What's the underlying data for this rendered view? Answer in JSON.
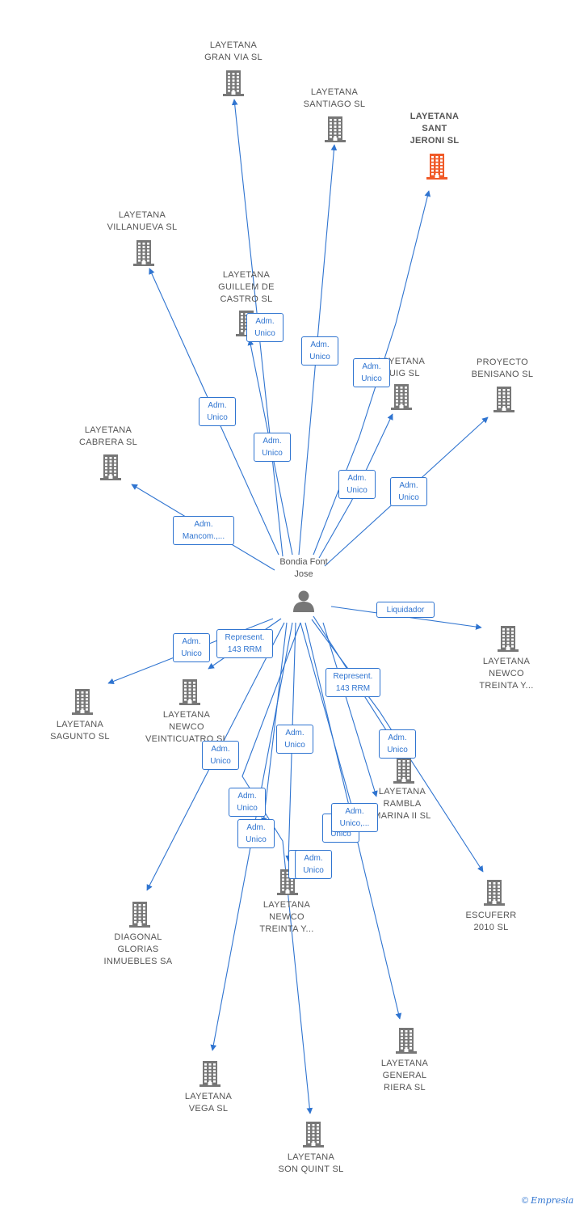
{
  "colors": {
    "edge": "#2f74d0",
    "node": "#777777",
    "highlight": "#f05a28",
    "label": "#555555"
  },
  "center": {
    "label": "Bondia Font\nJose",
    "icon": "person-icon"
  },
  "companies": [
    {
      "id": "gran-via",
      "label": "LAYETANA\nGRAN VIA SL"
    },
    {
      "id": "santiago",
      "label": "LAYETANA\nSANTIAGO SL"
    },
    {
      "id": "sant-jeroni",
      "label": "LAYETANA\nSANT\nJERONI SL",
      "highlight": true
    },
    {
      "id": "villanueva",
      "label": "LAYETANA\nVILLANUEVA SL"
    },
    {
      "id": "guillem",
      "label": "LAYETANA\nGUILLEM DE\nCASTRO SL"
    },
    {
      "id": "puig",
      "label": "LAYETANA\nPUIG SL"
    },
    {
      "id": "benisano",
      "label": "PROYECTO\nBENISANO  SL"
    },
    {
      "id": "cabrera",
      "label": "LAYETANA\nCABRERA SL"
    },
    {
      "id": "newco-treinta-1",
      "label": "LAYETANA\nNEWCO\nTREINTA Y..."
    },
    {
      "id": "sagunto",
      "label": "LAYETANA\nSAGUNTO SL"
    },
    {
      "id": "veinticuatro",
      "label": "LAYETANA\nNEWCO\nVEINTICUATRO SL"
    },
    {
      "id": "rambla",
      "label": "LAYETANA\nRAMBLA\nMARINA II SL"
    },
    {
      "id": "escuferr",
      "label": "ESCUFERR\n2010  SL"
    },
    {
      "id": "diagonal",
      "label": "DIAGONAL\nGLORIAS\nINMUEBLES SA"
    },
    {
      "id": "newco-treinta-2",
      "label": "LAYETANA\nNEWCO\nTREINTA Y..."
    },
    {
      "id": "general-riera",
      "label": "LAYETANA\nGENERAL\nRIERA SL"
    },
    {
      "id": "vega",
      "label": "LAYETANA\nVEGA SL"
    },
    {
      "id": "son-quint",
      "label": "LAYETANA\nSON QUINT SL"
    }
  ],
  "relations": [
    {
      "to": "gran-via",
      "label": "Adm.\nUnico"
    },
    {
      "to": "santiago",
      "label": "Adm.\nUnico"
    },
    {
      "to": "sant-jeroni",
      "label": "Adm.\nUnico"
    },
    {
      "to": "villanueva",
      "label": "Adm.\nUnico"
    },
    {
      "to": "guillem",
      "label": "Adm.\nUnico"
    },
    {
      "to": "puig",
      "label": "Adm.\nUnico"
    },
    {
      "to": "benisano",
      "label": "Adm.\nUnico"
    },
    {
      "to": "cabrera",
      "label": "Adm.\nMancom.,..."
    },
    {
      "to": "newco-treinta-1",
      "label": "Liquidador"
    },
    {
      "to": "sagunto",
      "label": "Adm.\nUnico"
    },
    {
      "to": "veinticuatro",
      "label": "Represent.\n143 RRM"
    },
    {
      "to": "rambla",
      "label": "Represent.\n143 RRM"
    },
    {
      "to": "escuferr",
      "label": "Adm.\nUnico"
    },
    {
      "to": "diagonal",
      "label": "Adm.\nUnico"
    },
    {
      "to": "newco-treinta-2",
      "label": "Adm.\nUnico"
    },
    {
      "to": "general-riera",
      "label": "Adm.\nUnico"
    },
    {
      "to": "vega",
      "label": "Adm.\nUnico"
    },
    {
      "to": "son-quint",
      "label": "Adm.\nUnico"
    },
    {
      "to": "rambla-2",
      "label": "Adm.\nUnico"
    },
    {
      "to": "rambla-3",
      "label": "Adm.\nUnico,..."
    },
    {
      "to": "newco-treinta-3",
      "label": "Adm.\nUnico"
    }
  ],
  "footer": {
    "copyright": "©",
    "brand": "Empresia"
  }
}
